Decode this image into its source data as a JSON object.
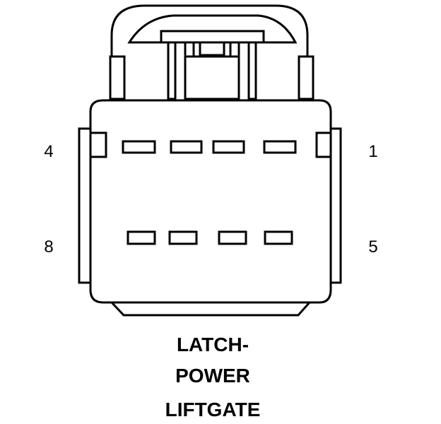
{
  "connector": {
    "pin_labels": {
      "top_left": "4",
      "top_right": "1",
      "bottom_left": "8",
      "bottom_right": "5"
    },
    "title_lines": [
      "LATCH-",
      "POWER",
      "LIFTGATE"
    ],
    "stroke_color": "#000000",
    "background_color": "#ffffff"
  }
}
